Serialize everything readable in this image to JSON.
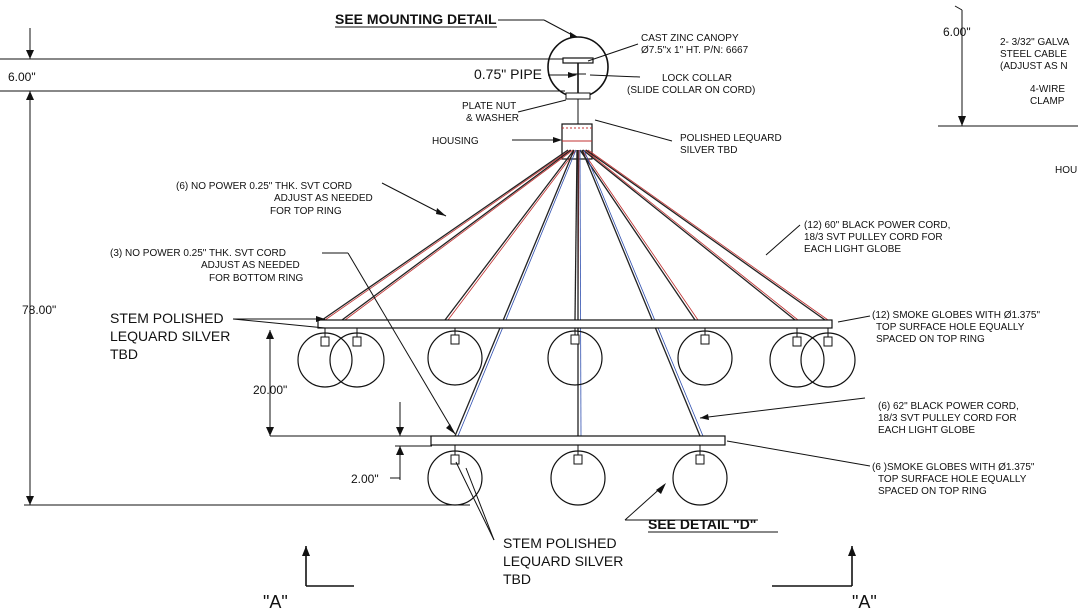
{
  "labels": {
    "see_mounting_detail": "SEE MOUNTING DETAIL",
    "canopy_1": "CAST ZINC CANOPY",
    "canopy_2": "Ø7.5\"x 1\" HT. P/N: 6667",
    "pipe": "0.75\" PIPE",
    "lock_collar_1": "LOCK COLLAR",
    "lock_collar_2": "(SLIDE  COLLAR ON CORD)",
    "plate_nut_1": "PLATE NUT",
    "plate_nut_2": "& WASHER",
    "housing": "HOUSING",
    "polished_1": "POLISHED LEQUARD",
    "polished_2": "SILVER TBD",
    "no_power_top_1": "(6) NO POWER 0.25\" THK. SVT CORD",
    "no_power_top_2": "ADJUST AS NEEDED",
    "no_power_top_3": "FOR TOP RING",
    "no_power_bot_1": "(3) NO POWER 0.25\" THK. SVT CORD",
    "no_power_bot_2": "ADJUST AS NEEDED",
    "no_power_bot_3": "FOR BOTTOM RING",
    "black_cord_60_1": "(12) 60\" BLACK POWER CORD,",
    "black_cord_60_2": "18/3 SVT PULLEY CORD FOR",
    "black_cord_60_3": "EACH LIGHT GLOBE",
    "stem_top_1": "STEM POLISHED",
    "stem_top_2": "LEQUARD SILVER",
    "stem_top_3": "TBD",
    "smoke_12_1": "(12) SMOKE GLOBES WITH Ø1.375\"",
    "smoke_12_2": "TOP SURFACE HOLE EQUALLY",
    "smoke_12_3": "SPACED ON TOP RING",
    "black_cord_62_1": "(6) 62\" BLACK POWER CORD,",
    "black_cord_62_2": "18/3 SVT PULLEY CORD FOR",
    "black_cord_62_3": "EACH LIGHT GLOBE",
    "smoke_6_1": "(6 )SMOKE GLOBES WITH Ø1.375\"",
    "smoke_6_2": "TOP SURFACE HOLE EQUALLY",
    "smoke_6_3": "SPACED ON TOP RING",
    "see_detail_d": "SEE DETAIL \"D\"",
    "stem_bot_1": "STEM POLISHED",
    "stem_bot_2": "LEQUARD SILVER",
    "stem_bot_3": "TBD",
    "section_a": "\"A\"",
    "right_cable_1": "2- 3/32\" GALVA",
    "right_cable_2": "STEEL CABLE",
    "right_cable_3": "(ADJUST AS N",
    "right_wire_1": "4-WIRE",
    "right_wire_2": "CLAMP",
    "right_hou": "HOU"
  },
  "dimensions": {
    "d_600_left": "6.00\"",
    "d_600_right": "6.00\"",
    "d_7800": "78.00\"",
    "d_2000": "20.00\"",
    "d_200": "2.00\""
  }
}
